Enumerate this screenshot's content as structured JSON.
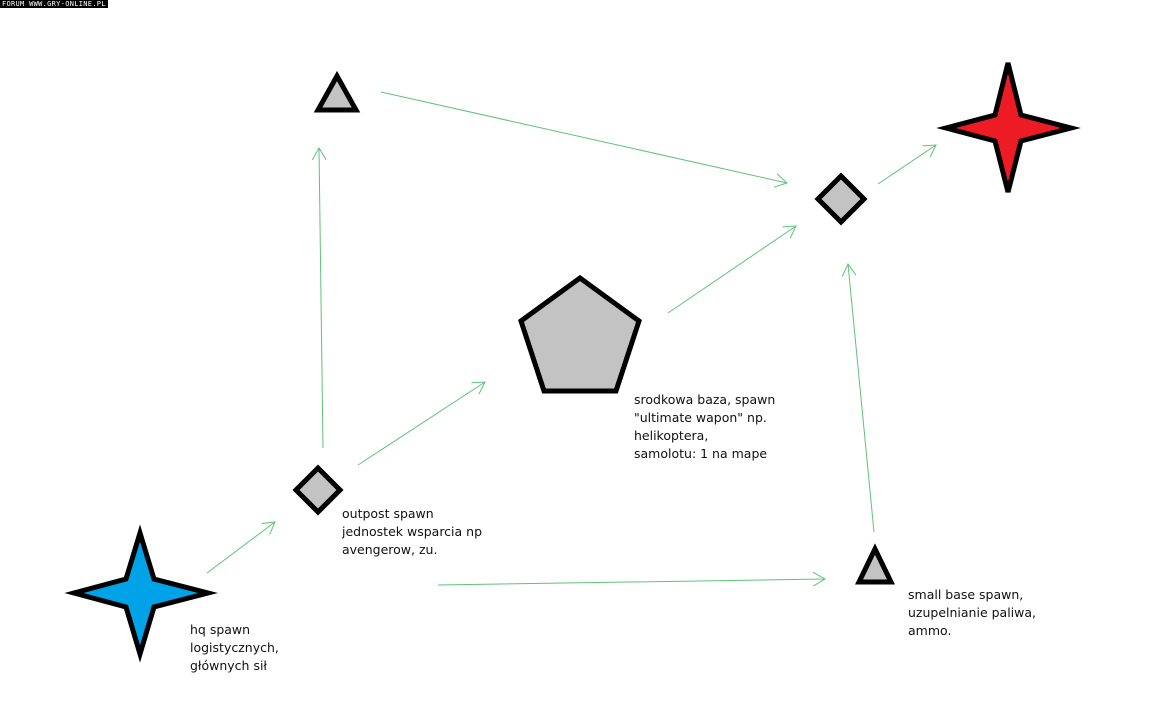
{
  "watermark": "FORUM WWW.GRY-ONLINE.PL",
  "colors": {
    "hq": "#00a2e8",
    "enemy": "#ed1c24",
    "node": "#c3c3c3",
    "arrow": "#5fc27a",
    "outline": "#000000"
  },
  "nodes": {
    "hq": {
      "label_lines": [
        "hq spawn",
        "logistycznych,",
        "głównych sił"
      ]
    },
    "outpost": {
      "label_lines": [
        "outpost spawn",
        "jednostek wsparcia np",
        "avengerow, zu."
      ]
    },
    "central_base": {
      "label_lines": [
        "srodkowa baza, spawn",
        "\"ultimate wapon\" np.",
        "helikoptera,",
        "samolotu: 1 na mape"
      ]
    },
    "small_base": {
      "label_lines": [
        "small  base spawn,",
        "uzupelnianie paliwa,",
        "ammo."
      ]
    }
  }
}
